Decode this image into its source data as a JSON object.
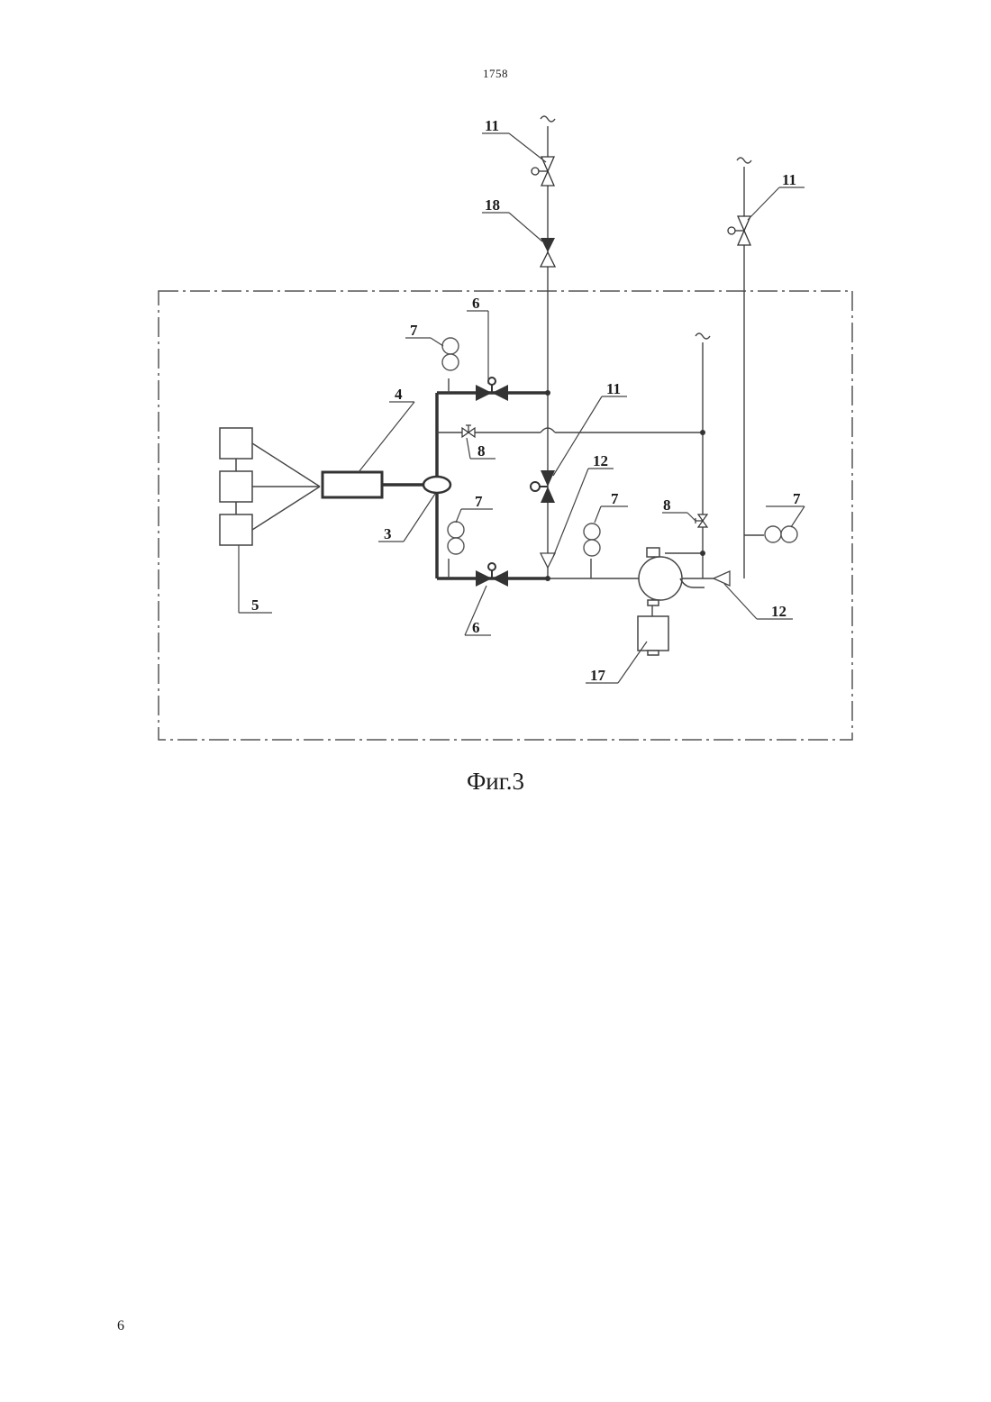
{
  "header": {
    "document_number": "1758"
  },
  "figure": {
    "caption": "Фиг.3",
    "labels": {
      "l11a": "11",
      "l18": "18",
      "l11b": "11",
      "l6top": "6",
      "l7a": "7",
      "l4": "4",
      "l8a": "8",
      "l11c": "11",
      "l12a": "12",
      "l7b": "7",
      "l7c": "7",
      "l8b": "8",
      "l7d": "7",
      "l3": "3",
      "l5": "5",
      "l6bot": "6",
      "l12b": "12",
      "l17": "17"
    }
  },
  "footer": {
    "page_number": "6"
  }
}
